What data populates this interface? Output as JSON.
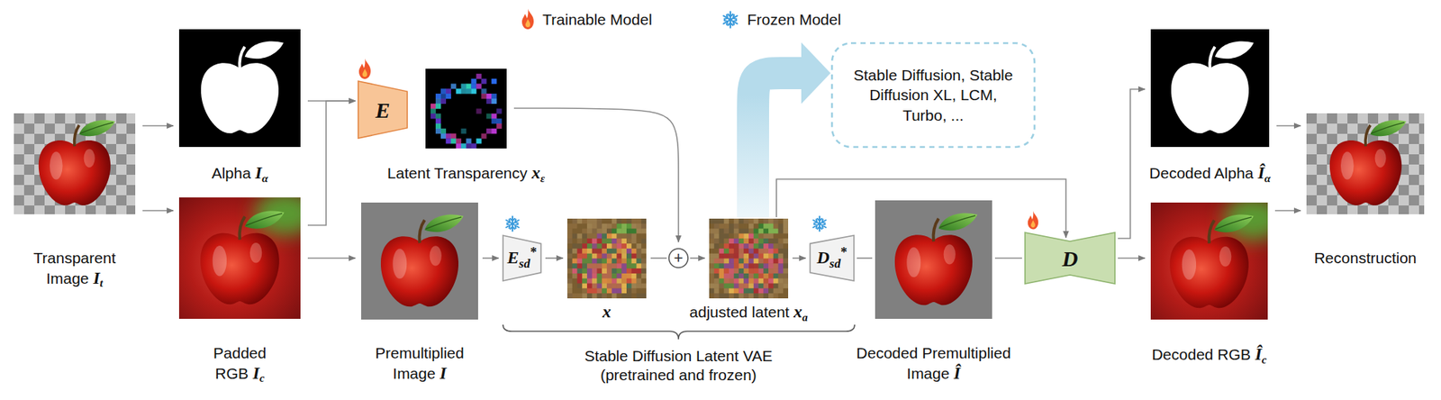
{
  "diagram": {
    "nodes": [
      {
        "text": [
          "Transparent Image",
          "I",
          "t"
        ]
      },
      {
        "text": [
          "Alpha",
          "I",
          "α"
        ]
      },
      {
        "text": [
          "Padded RGB",
          "I",
          "c"
        ]
      },
      {
        "text": [
          "E"
        ]
      },
      {
        "text": [
          "Latent Transparency",
          "x",
          "ε"
        ]
      },
      {
        "text": [
          "Premultiplied Image",
          "I"
        ]
      },
      {
        "text": [
          "E",
          "sd",
          "*"
        ]
      },
      {
        "text": [
          "x"
        ]
      },
      {
        "text": [
          "+"
        ]
      },
      {
        "text": [
          "adjusted latent",
          "x",
          "a"
        ]
      },
      {
        "text": [
          "D",
          "sd",
          "*"
        ]
      },
      {
        "text": [
          "Decoded Premultiplied Image",
          "Î"
        ]
      },
      {
        "text": [
          "D"
        ]
      },
      {
        "text": [
          "Decoded Alpha",
          "Î",
          "α"
        ]
      },
      {
        "text": [
          "Decoded RGB",
          "Î",
          "c"
        ]
      },
      {
        "text": [
          "Reconstruction"
        ]
      },
      {
        "text": [
          "Stable Diffusion, Stable Diffusion XL, LCM, Turbo, ..."
        ]
      }
    ],
    "edges": [
      {
        "from": 0,
        "to": 1,
        "arrow": "to"
      },
      {
        "from": 0,
        "to": 2,
        "arrow": "to"
      },
      {
        "from": 1,
        "to": 3,
        "arrow": "to"
      },
      {
        "from": 2,
        "to": 3,
        "arrow": "to"
      },
      {
        "from": 2,
        "to": 5,
        "arrow": "to"
      },
      {
        "from": 4,
        "to": 8,
        "arrow": "to"
      },
      {
        "from": 5,
        "to": 6,
        "arrow": "to"
      },
      {
        "from": 6,
        "to": 7,
        "arrow": "to"
      },
      {
        "from": 7,
        "to": 8,
        "arrow": "none"
      },
      {
        "from": 8,
        "to": 9,
        "arrow": "to"
      },
      {
        "from": 9,
        "to": 10,
        "arrow": "to"
      },
      {
        "from": 9,
        "to": 16,
        "arrow": "to"
      },
      {
        "from": 9,
        "to": 12,
        "arrow": "to"
      },
      {
        "from": 10,
        "to": 11,
        "arrow": "none"
      },
      {
        "from": 11,
        "to": 12,
        "arrow": "none"
      },
      {
        "from": 12,
        "to": 13,
        "arrow": "to"
      },
      {
        "from": 12,
        "to": 14,
        "arrow": "to"
      },
      {
        "from": 13,
        "to": 15,
        "arrow": "to"
      },
      {
        "from": 14,
        "to": 15,
        "arrow": "to"
      }
    ],
    "labels": [
      "Stable Diffusion Latent VAE (pretrained and frozen)"
    ],
    "legend": [
      {
        "text": "Trainable Model"
      },
      {
        "text": "Frozen Model"
      }
    ]
  }
}
